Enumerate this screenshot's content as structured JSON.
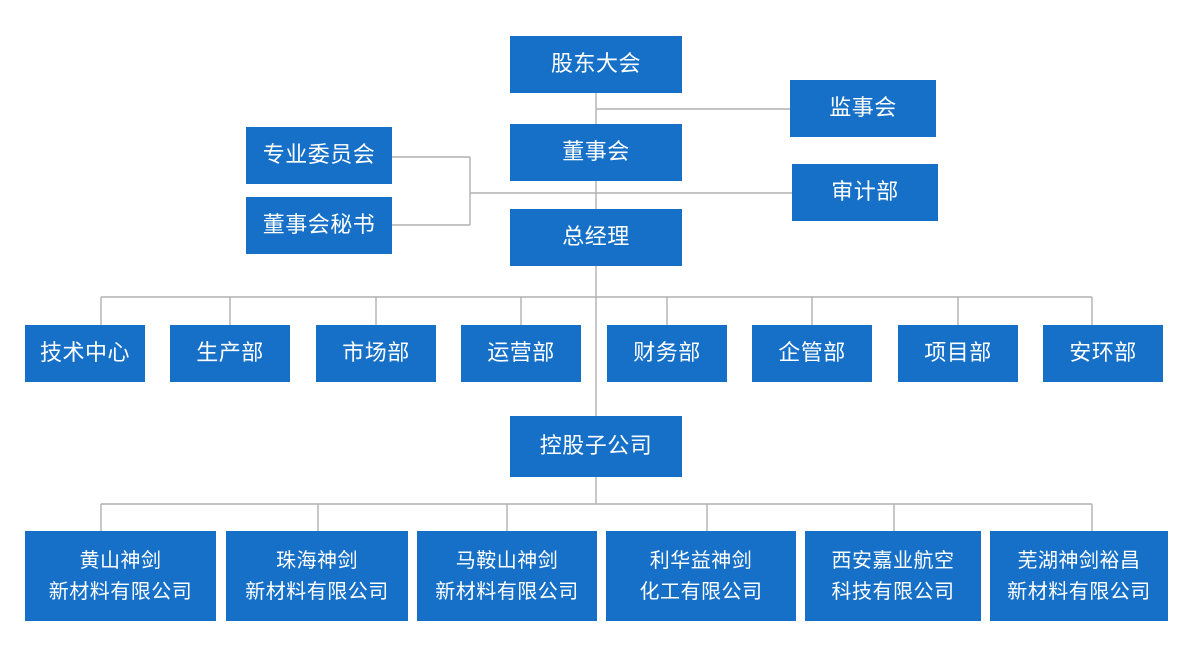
{
  "org_chart": {
    "top": {
      "shareholders_meeting": "股东大会",
      "supervisory_board": "监事会",
      "board_of_directors": "董事会",
      "special_committees": "专业委员会",
      "audit_department": "审计部",
      "board_secretary": "董事会秘书",
      "general_manager": "总经理"
    },
    "departments": [
      "技术中心",
      "生产部",
      "市场部",
      "运营部",
      "财务部",
      "企管部",
      "项目部",
      "安环部"
    ],
    "holding_subsidiaries": "控股子公司",
    "subsidiaries": [
      "黄山神剑\n新材料有限公司",
      "珠海神剑\n新材料有限公司",
      "马鞍山神剑\n新材料有限公司",
      "利华益神剑\n化工有限公司",
      "西安嘉业航空\n科技有限公司",
      "芜湖神剑裕昌\n新材料有限公司"
    ],
    "colors": {
      "box_fill": "#1670c7",
      "box_text": "#ffffff",
      "connector": "#b0b0b0"
    }
  }
}
